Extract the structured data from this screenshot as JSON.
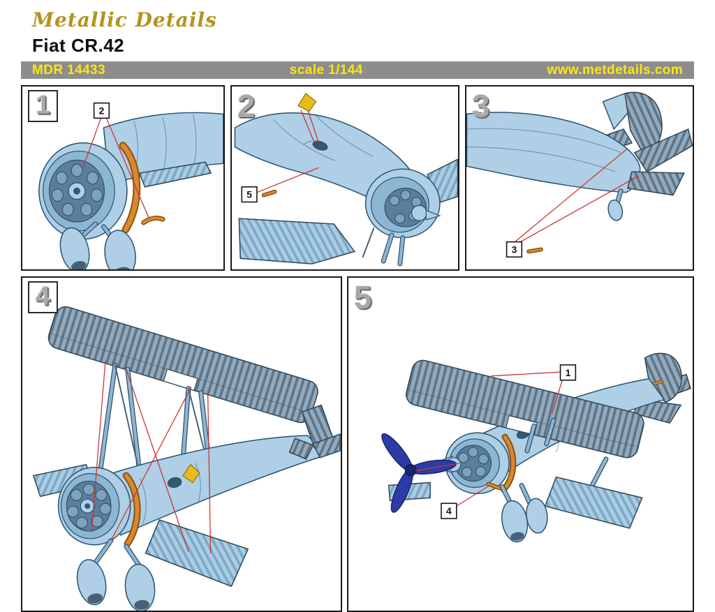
{
  "header": {
    "brand": "Metallic Details",
    "product": "Fiat CR.42"
  },
  "infobar": {
    "code": "MDR 14433",
    "scale": "scale 1/144",
    "website": "www.metdetails.com"
  },
  "panels": [
    {
      "number": "1",
      "callouts": [
        {
          "label": "2"
        }
      ]
    },
    {
      "number": "2",
      "callouts": [
        {
          "label": "5"
        }
      ]
    },
    {
      "number": "3",
      "callouts": [
        {
          "label": "3"
        }
      ]
    },
    {
      "number": "4",
      "callouts": []
    },
    {
      "number": "5",
      "callouts": [
        {
          "label": "1"
        },
        {
          "label": "4"
        }
      ]
    }
  ],
  "colors": {
    "accent_yellow": "#ffe70c",
    "bar_gray": "#8d8d8d",
    "airframe_blue": "#aecfe6",
    "wing_gray": "#93a9bc",
    "part_orange": "#d9892e",
    "part_yellow": "#e9bc1e",
    "propeller_blue": "#2c3ba6",
    "leader_red": "#cc3333",
    "brand_gold": "#b2941f"
  }
}
